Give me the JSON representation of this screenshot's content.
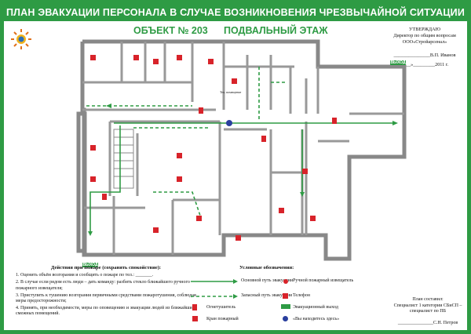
{
  "header": {
    "title": "ПЛАН ЭВАКУАЦИИ ПЕРСОНАЛА В СЛУЧАЕ ВОЗНИКНОВЕНИЯ ЧРЕЗВЫЧАЙНОЙ СИТУАЦИИ",
    "object": "ОБЪЕКТ № 203",
    "floor": "ПОДВАЛЬНЫЙ ЭТАЖ"
  },
  "approval": {
    "line1": "УТВЕРЖДАЮ",
    "line2": "Директор по общим вопросам",
    "line3": "ООО«Стройарсенал»",
    "line4": "_______________В.П. Иванов",
    "line5": "«___»_________2011 г."
  },
  "plan": {
    "exit_label": "ВЫХОД",
    "room_label": "Тех. помещение"
  },
  "actions": {
    "heading": "Действия при пожаре (сохранять спокойствие):",
    "items": [
      "1. Оценить объём возгорания и сообщить о пожаре по тел.: _______.",
      "2. В случае если рядом есть люди – дать команду: разбить стекло ближайшего ручного пожарного извещателя;",
      "3. Приступить к тушению возгорания первичными средствами пожаротушения, соблюдая меры предосторожности;",
      "4. Принять, при необходимости, меры по оповещению и эвакуации людей из ближайших смежных помещений."
    ]
  },
  "legend": {
    "title": "Условные обозначения:",
    "main_route": "Основной путь эвакуации",
    "reserve_route": "Запасный путь эвакуации",
    "extinguisher": "Огнетушитель",
    "hydrant": "Кран пожарный",
    "call_point": "Ручной пожарный извещатель",
    "phone": "Телефон",
    "exit": "Эвакуационный выход",
    "you_are_here": "«Вы находитесь здесь»"
  },
  "compiled": {
    "line1": "План составил:",
    "line2": "Специалист 1 категории СБиСП –",
    "line3": "специалист по ПБ",
    "line4": "_______________С.Н. Петров"
  },
  "colors": {
    "green": "#2e9b44",
    "red": "#d8232a",
    "blue": "#2a3f9e",
    "wall": "#888888"
  }
}
